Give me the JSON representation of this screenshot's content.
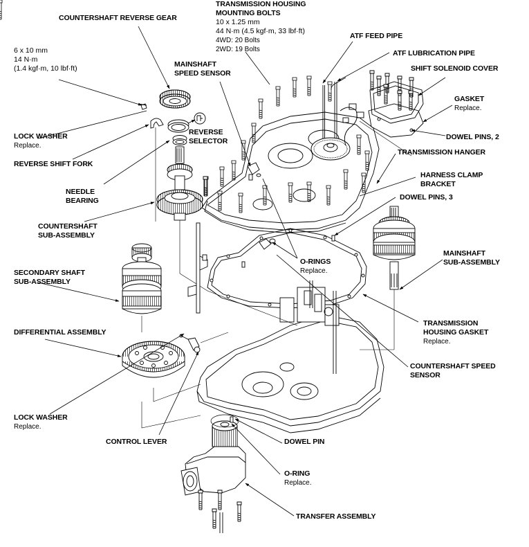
{
  "diagram": {
    "type": "exploded-view",
    "subject": "Transmission housing disassembly",
    "labels": {
      "countershaft_reverse_gear": {
        "title": "COUNTERSHAFT REVERSE GEAR"
      },
      "bolt_spec": {
        "lines": [
          "6 x 10 mm",
          "14 N·m",
          "(1.4 kgf·m, 10 lbf·ft)"
        ]
      },
      "mainshaft_speed_sensor": {
        "title": [
          "MAINSHAFT",
          "SPEED SENSOR"
        ]
      },
      "housing_bolts": {
        "title": [
          "TRANSMISSION HOUSING",
          "MOUNTING BOLTS"
        ],
        "lines": [
          "10 x 1.25 mm",
          "44 N·m (4.5 kgf·m, 33 lbf·ft)",
          "4WD: 20 Bolts",
          "2WD: 19 Bolts"
        ]
      },
      "atf_feed_pipe": {
        "title": "ATF FEED PIPE"
      },
      "atf_lubrication_pipe": {
        "title": "ATF LUBRICATION PIPE"
      },
      "shift_solenoid_cover": {
        "title": "SHIFT SOLENOID COVER"
      },
      "gasket": {
        "title": "GASKET",
        "note": "Replace."
      },
      "dowel_pins_2": {
        "title": "DOWEL PINS, 2"
      },
      "lock_washer_top": {
        "title": "LOCK WASHER",
        "note": "Replace."
      },
      "reverse_selector": {
        "title": [
          "REVERSE",
          "SELECTOR"
        ]
      },
      "reverse_shift_fork": {
        "title": "REVERSE SHIFT FORK"
      },
      "transmission_hanger": {
        "title": "TRANSMISSION HANGER"
      },
      "needle_bearing": {
        "title": [
          "NEEDLE",
          "BEARING"
        ]
      },
      "harness_clamp_bracket": {
        "title": [
          "HARNESS CLAMP",
          "BRACKET"
        ]
      },
      "dowel_pins_3": {
        "title": "DOWEL PINS, 3"
      },
      "countershaft_sub_assembly": {
        "title": [
          "COUNTERSHAFT",
          "SUB-ASSEMBLY"
        ]
      },
      "mainshaft_sub_assembly": {
        "title": [
          "MAINSHAFT",
          "SUB-ASSEMBLY"
        ]
      },
      "o_rings": {
        "title": "O-RINGS",
        "note": "Replace."
      },
      "secondary_shaft_sub_assembly": {
        "title": [
          "SECONDARY SHAFT",
          "SUB-ASSEMBLY"
        ]
      },
      "transmission_housing_gasket": {
        "title": [
          "TRANSMISSION",
          "HOUSING GASKET"
        ],
        "note": "Replace."
      },
      "differential_assembly": {
        "title": "DIFFERENTIAL ASSEMBLY"
      },
      "countershaft_speed_sensor": {
        "title": [
          "COUNTERSHAFT SPEED",
          "SENSOR"
        ]
      },
      "lock_washer_bottom": {
        "title": "LOCK WASHER",
        "note": "Replace."
      },
      "control_lever": {
        "title": "CONTROL LEVER"
      },
      "dowel_pin": {
        "title": "DOWEL PIN"
      },
      "o_ring": {
        "title": "O-RING",
        "note": "Replace."
      },
      "transfer_assembly": {
        "title": "TRANSFER ASSEMBLY"
      }
    },
    "colors": {
      "ink": "#000000",
      "background": "#ffffff"
    }
  }
}
